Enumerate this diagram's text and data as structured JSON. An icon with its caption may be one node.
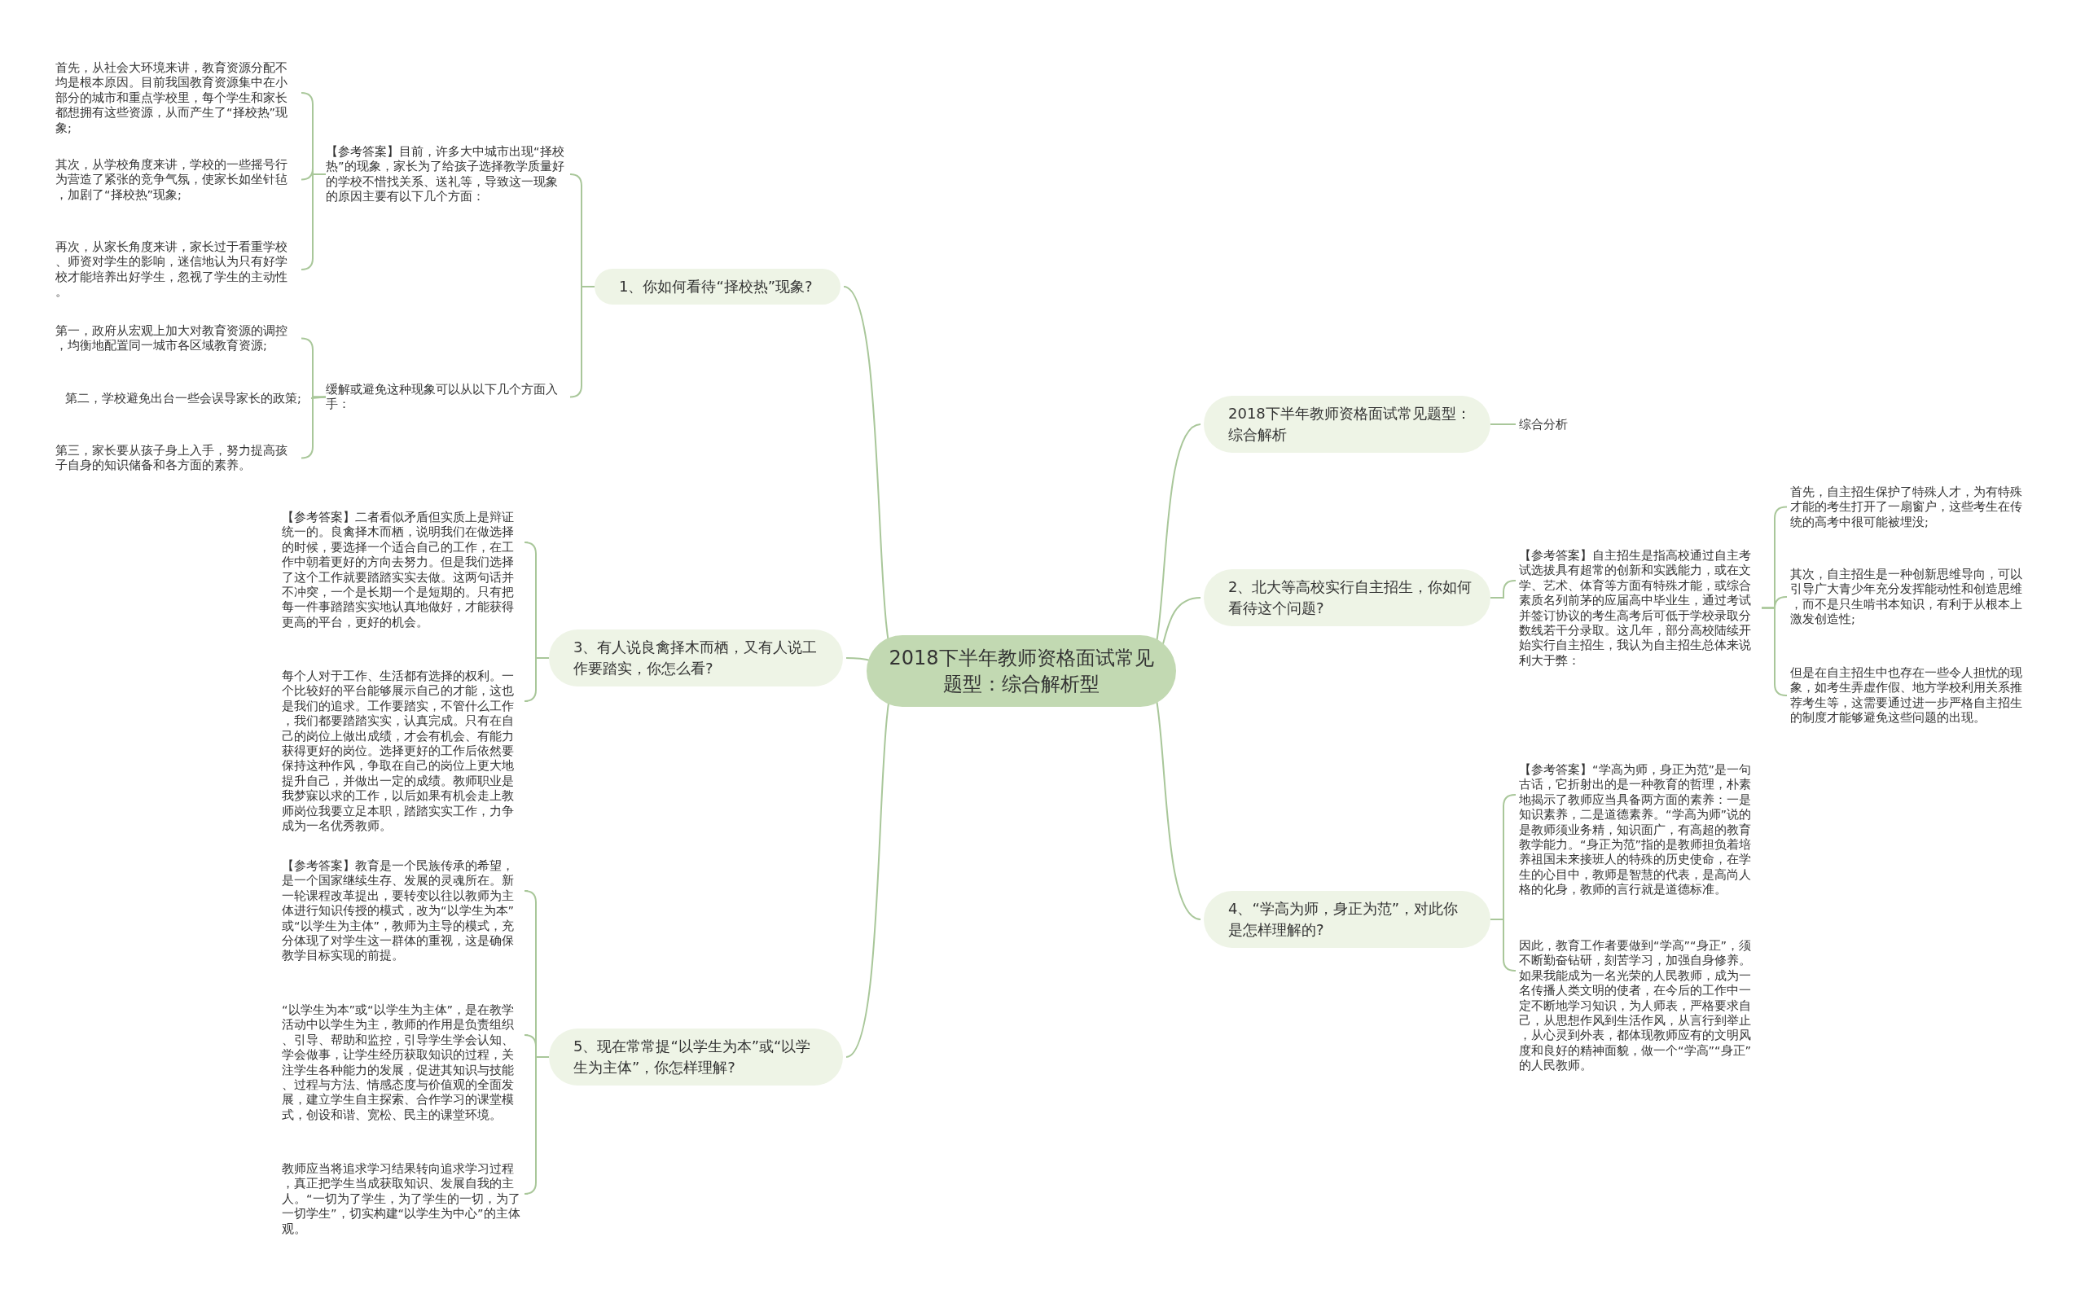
{
  "diagram": {
    "nodes": [
      {
        "text": [
          "2018下半年教师资格面试常见题型：综合解析型"
        ]
      },
      {
        "text": [
          "1、你如何看待“择校热”现象?"
        ]
      },
      {
        "text": [
          "【参考答案】目前，许多大中城市出现“择校热”的现象，家长为了给孩子选择教学质量好的学校不惜找关系、送礼等，导致这一现象的原因主要有以下几个方面："
        ]
      },
      {
        "text": [
          "首先，从社会大环境来讲，教育资源分配不均是根本原因。目前我国教育资源集中在小部分的城市和重点学校里，每个学生和家长都想拥有这些资源，从而产生了“择校热”现象;"
        ]
      },
      {
        "text": [
          "其次，从学校角度来讲，学校的一些摇号行为营造了紧张的竞争气氛，使家长如坐针毡，加剧了“择校热”现象;"
        ]
      },
      {
        "text": [
          "再次，从家长角度来讲，家长过于看重学校、师资对学生的影响，迷信地认为只有好学校才能培养出好学生，忽视了学生的主动性。"
        ]
      },
      {
        "text": [
          "缓解或避免这种现象可以从以下几个方面入手："
        ]
      },
      {
        "text": [
          "第一，政府从宏观上加大对教育资源的调控，均衡地配置同一城市各区域教育资源;"
        ]
      },
      {
        "text": [
          "第二，学校避免出台一些会误导家长的政策;"
        ]
      },
      {
        "text": [
          "第三，家长要从孩子身上入手，努力提高孩子自身的知识储备和各方面的素养。"
        ]
      },
      {
        "text": [
          "2018下半年教师资格面试常见题型：综合解析"
        ]
      },
      {
        "text": [
          "综合分析"
        ]
      },
      {
        "text": [
          "2、北大等高校实行自主招生，你如何看待这个问题?"
        ]
      },
      {
        "text": [
          "【参考答案】自主招生是指高校通过自主考试选拔具有超常的创新和实践能力，或在文学、艺术、体育等方面有特殊才能，或综合素质名列前茅的应届高中毕业生，通过考试并签订协议的考生高考后可低于学校录取分数线若干分录取。这几年，部分高校陆续开始实行自主招生，我认为自主招生总体来说利大于弊："
        ]
      },
      {
        "text": [
          "首先，自主招生保护了特殊人才，为有特殊才能的考生打开了一扇窗户，这些考生在传统的高考中很可能被埋没;"
        ]
      },
      {
        "text": [
          "其次，自主招生是一种创新思维导向，可以引导广大青少年充分发挥能动性和创造思维，而不是只生啃书本知识，有利于从根本上激发创造性;"
        ]
      },
      {
        "text": [
          "但是在自主招生中也存在一些令人担忧的现象，如考生弄虚作假、地方学校利用关系推荐考生等，这需要通过进一步严格自主招生的制度才能够避免这些问题的出现。"
        ]
      },
      {
        "text": [
          "4、“学高为师，身正为范”，对此你是怎样理解的?"
        ]
      },
      {
        "text": [
          "【参考答案】“学高为师，身正为范”是一句古话，它折射出的是一种教育的哲理，朴素地揭示了教师应当具备两方面的素养：一是知识素养，二是道德素养。“学高为师”说的是教师须业务精，知识面广，有高超的教育教学能力。“身正为范”指的是教师担负着培养祖国未来接班人的特殊的历史使命，在学生的心目中，教师是智慧的代表，是高尚人格的化身，教师的言行就是道德标准。"
        ]
      },
      {
        "text": [
          "因此，教育工作者要做到“学高”“身正”，须不断勤奋钻研，刻苦学习，加强自身修养。如果我能成为一名光荣的人民教师，成为一名传播人类文明的使者，在今后的工作中一定不断地学习知识，为人师表，严格要求自己，从思想作风到生活作风，从言行到举止，从心灵到外表，都体现教师应有的文明风度和良好的精神面貌，做一个“学高”“身正”的人民教师。"
        ]
      },
      {
        "text": [
          "3、有人说良禽择木而栖，又有人说工作要踏实，你怎么看?"
        ]
      },
      {
        "text": [
          "【参考答案】二者看似矛盾但实质上是辩证统一的。良禽择木而栖，说明我们在做选择的时候，要选择一个适合自己的工作，在工作中朝着更好的方向去努力。但是我们选择了这个工作就要踏踏实实去做。这两句话并不冲突，一个是长期一个是短期的。只有把每一件事踏踏实实地认真地做好，才能获得更高的平台，更好的机会。"
        ]
      },
      {
        "text": [
          "每个人对于工作、生活都有选择的权利。一个比较好的平台能够展示自己的才能，这也是我们的追求。工作要踏实，不管什么工作，我们都要踏踏实实，认真完成。只有在自己的岗位上做出成绩，才会有机会、有能力获得更好的岗位。选择更好的工作后依然要保持这种作风，争取在自己的岗位上更大地提升自己，并做出一定的成绩。教师职业是我梦寐以求的工作，以后如果有机会走上教师岗位我要立足本职，踏踏实实工作，力争成为一名优秀教师。"
        ]
      },
      {
        "text": [
          "5、现在常常提“以学生为本”或“以学生为主体”，你怎样理解?"
        ]
      },
      {
        "text": [
          "【参考答案】教育是一个民族传承的希望，是一个国家继续生存、发展的灵魂所在。新一轮课程改革提出，要转变以往以教师为主体进行知识传授的模式，改为“以学生为本”或“以学生为主体”，教师为主导的模式，充分体现了对学生这一群体的重视，这是确保教学目标实现的前提。"
        ]
      },
      {
        "text": [
          "“以学生为本”或“以学生为主体”，是在教学活动中以学生为主，教师的作用是负责组织、引导、帮助和监控，引导学生学会认知、学会做事，让学生经历获取知识的过程，关注学生各种能力的发展，促进其知识与技能、过程与方法、情感态度与价值观的全面发展，建立学生自主探索、合作学习的课堂模式，创设和谐、宽松、民主的课堂环境。"
        ]
      },
      {
        "text": [
          "教师应当将追求学习结果转向追求学习过程，真正把学生当成获取知识、发展自我的主人。“一切为了学生，为了学生的一切，为了一切学生”，切实构建“以学生为中心”的主体观。"
        ]
      }
    ],
    "edges": [
      {
        "from": 0,
        "to": 1,
        "arrow": "none"
      },
      {
        "from": 1,
        "to": 2,
        "arrow": "none"
      },
      {
        "from": 2,
        "to": 3,
        "arrow": "none"
      },
      {
        "from": 2,
        "to": 4,
        "arrow": "none"
      },
      {
        "from": 2,
        "to": 5,
        "arrow": "none"
      },
      {
        "from": 1,
        "to": 6,
        "arrow": "none"
      },
      {
        "from": 6,
        "to": 7,
        "arrow": "none"
      },
      {
        "from": 6,
        "to": 8,
        "arrow": "none"
      },
      {
        "from": 6,
        "to": 9,
        "arrow": "none"
      },
      {
        "from": 0,
        "to": 10,
        "arrow": "none"
      },
      {
        "from": 10,
        "to": 11,
        "arrow": "none"
      },
      {
        "from": 0,
        "to": 12,
        "arrow": "none"
      },
      {
        "from": 12,
        "to": 13,
        "arrow": "none"
      },
      {
        "from": 13,
        "to": 14,
        "arrow": "none"
      },
      {
        "from": 13,
        "to": 15,
        "arrow": "none"
      },
      {
        "from": 13,
        "to": 16,
        "arrow": "none"
      },
      {
        "from": 0,
        "to": 17,
        "arrow": "none"
      },
      {
        "from": 17,
        "to": 18,
        "arrow": "none"
      },
      {
        "from": 17,
        "to": 19,
        "arrow": "none"
      },
      {
        "from": 0,
        "to": 20,
        "arrow": "none"
      },
      {
        "from": 20,
        "to": 21,
        "arrow": "none"
      },
      {
        "from": 20,
        "to": 22,
        "arrow": "none"
      },
      {
        "from": 0,
        "to": 23,
        "arrow": "none"
      },
      {
        "from": 23,
        "to": 24,
        "arrow": "none"
      },
      {
        "from": 23,
        "to": 25,
        "arrow": "none"
      },
      {
        "from": 23,
        "to": 26,
        "arrow": "none"
      }
    ]
  }
}
